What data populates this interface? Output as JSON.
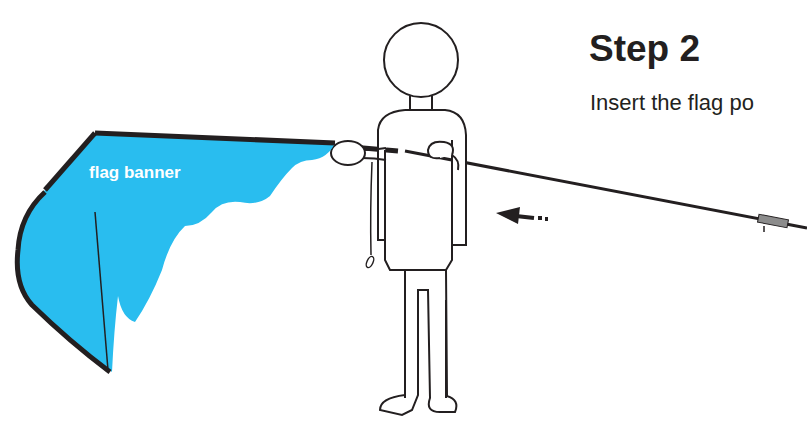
{
  "diagram": {
    "title": "Step 2",
    "nodes": [
      {
        "text": [
          "flag banner"
        ]
      }
    ],
    "labels": [
      "Insert the flag po"
    ]
  }
}
